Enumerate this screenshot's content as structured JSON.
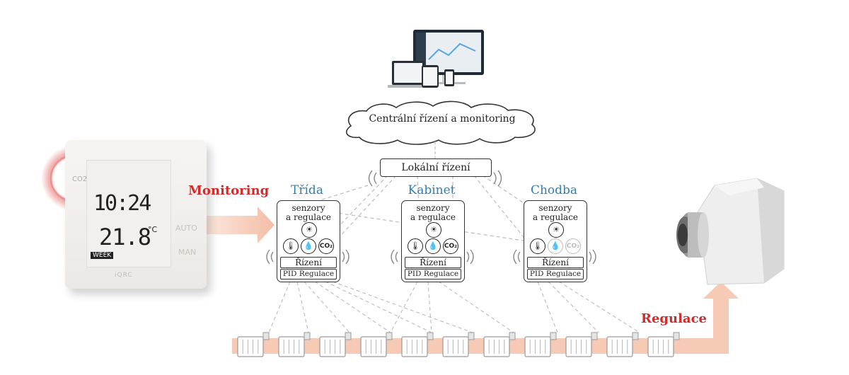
{
  "cloud": {
    "label": "Centrální řízení a monitoring"
  },
  "local": {
    "label": "Lokální řízení"
  },
  "arrows": {
    "monitoring": "Monitoring",
    "regulace": "Regulace"
  },
  "rooms": [
    {
      "title": "Třída",
      "sensors": "senzory\na regulace",
      "control": "Řízení",
      "pid": "PID Regulace",
      "co2_active": true
    },
    {
      "title": "Kabinet",
      "sensors": "senzory\na regulace",
      "control": "Řízení",
      "pid": "PID Regulace",
      "co2_active": true
    },
    {
      "title": "Chodba",
      "sensors": "senzory\na regulace",
      "control": "Řízení",
      "pid": "PID Regulace",
      "co2_active": false
    }
  ],
  "thermostat": {
    "time": "10:24",
    "temp": "21.8",
    "unit": "°C",
    "week": "WEEK",
    "co2": "CO2",
    "brand": "iQRC",
    "auto": "AUTO",
    "man": "MAN"
  },
  "colors": {
    "title_blue": "#2f7fb5",
    "accent_red": "#d42a2a",
    "arrow_pink": "#f6cdbb"
  }
}
